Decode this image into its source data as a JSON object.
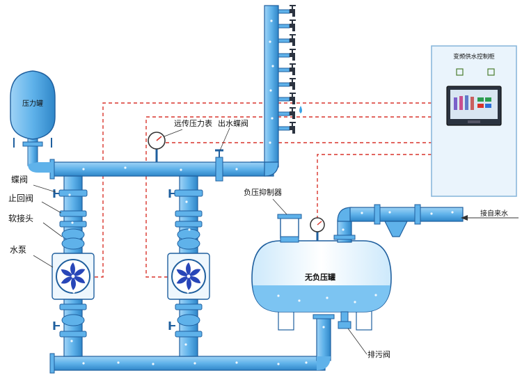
{
  "labels": {
    "pressure_tank": "压力罐",
    "remote_gauge": "远传压力表",
    "outlet_valve": "出水蝶阀",
    "butterfly_valve": "蝶阀",
    "check_valve": "止回阀",
    "soft_joint": "软接头",
    "pump": "水泵",
    "suppressor": "负压抑制器",
    "no_negative_tank": "无负压罐",
    "drain_valve": "排污阀",
    "city_water": "接自来水",
    "control_cabinet": "变频供水控制柜"
  },
  "colors": {
    "pipe_fill": "#5fb2ea",
    "pipe_stroke": "#1f5f9e",
    "water": "#7cc4f2",
    "tank_fill": "#ffffff",
    "signal_line": "#d9342b",
    "cabinet_fill": "#eaf4fc",
    "screen_bg": "#2b3340"
  },
  "icons": [
    "fan-impeller-icon",
    "pressure-gauge-icon",
    "water-tap-icon",
    "arrow-left-icon"
  ]
}
